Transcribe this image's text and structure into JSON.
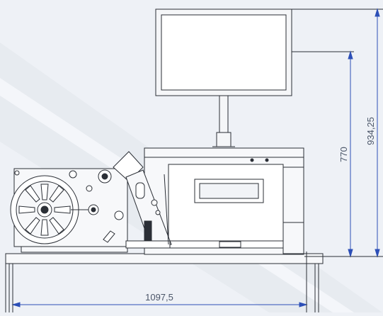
{
  "dimensions": {
    "total_width": "1097,5",
    "monitor_height": "770",
    "overall_height": "934,25"
  },
  "colors": {
    "background": "#eef1f6",
    "line": "#2b2f36",
    "dimension_line": "#2c4fb7",
    "dimension_text": "#4a5568",
    "light_fill": "#f7f8fa"
  }
}
